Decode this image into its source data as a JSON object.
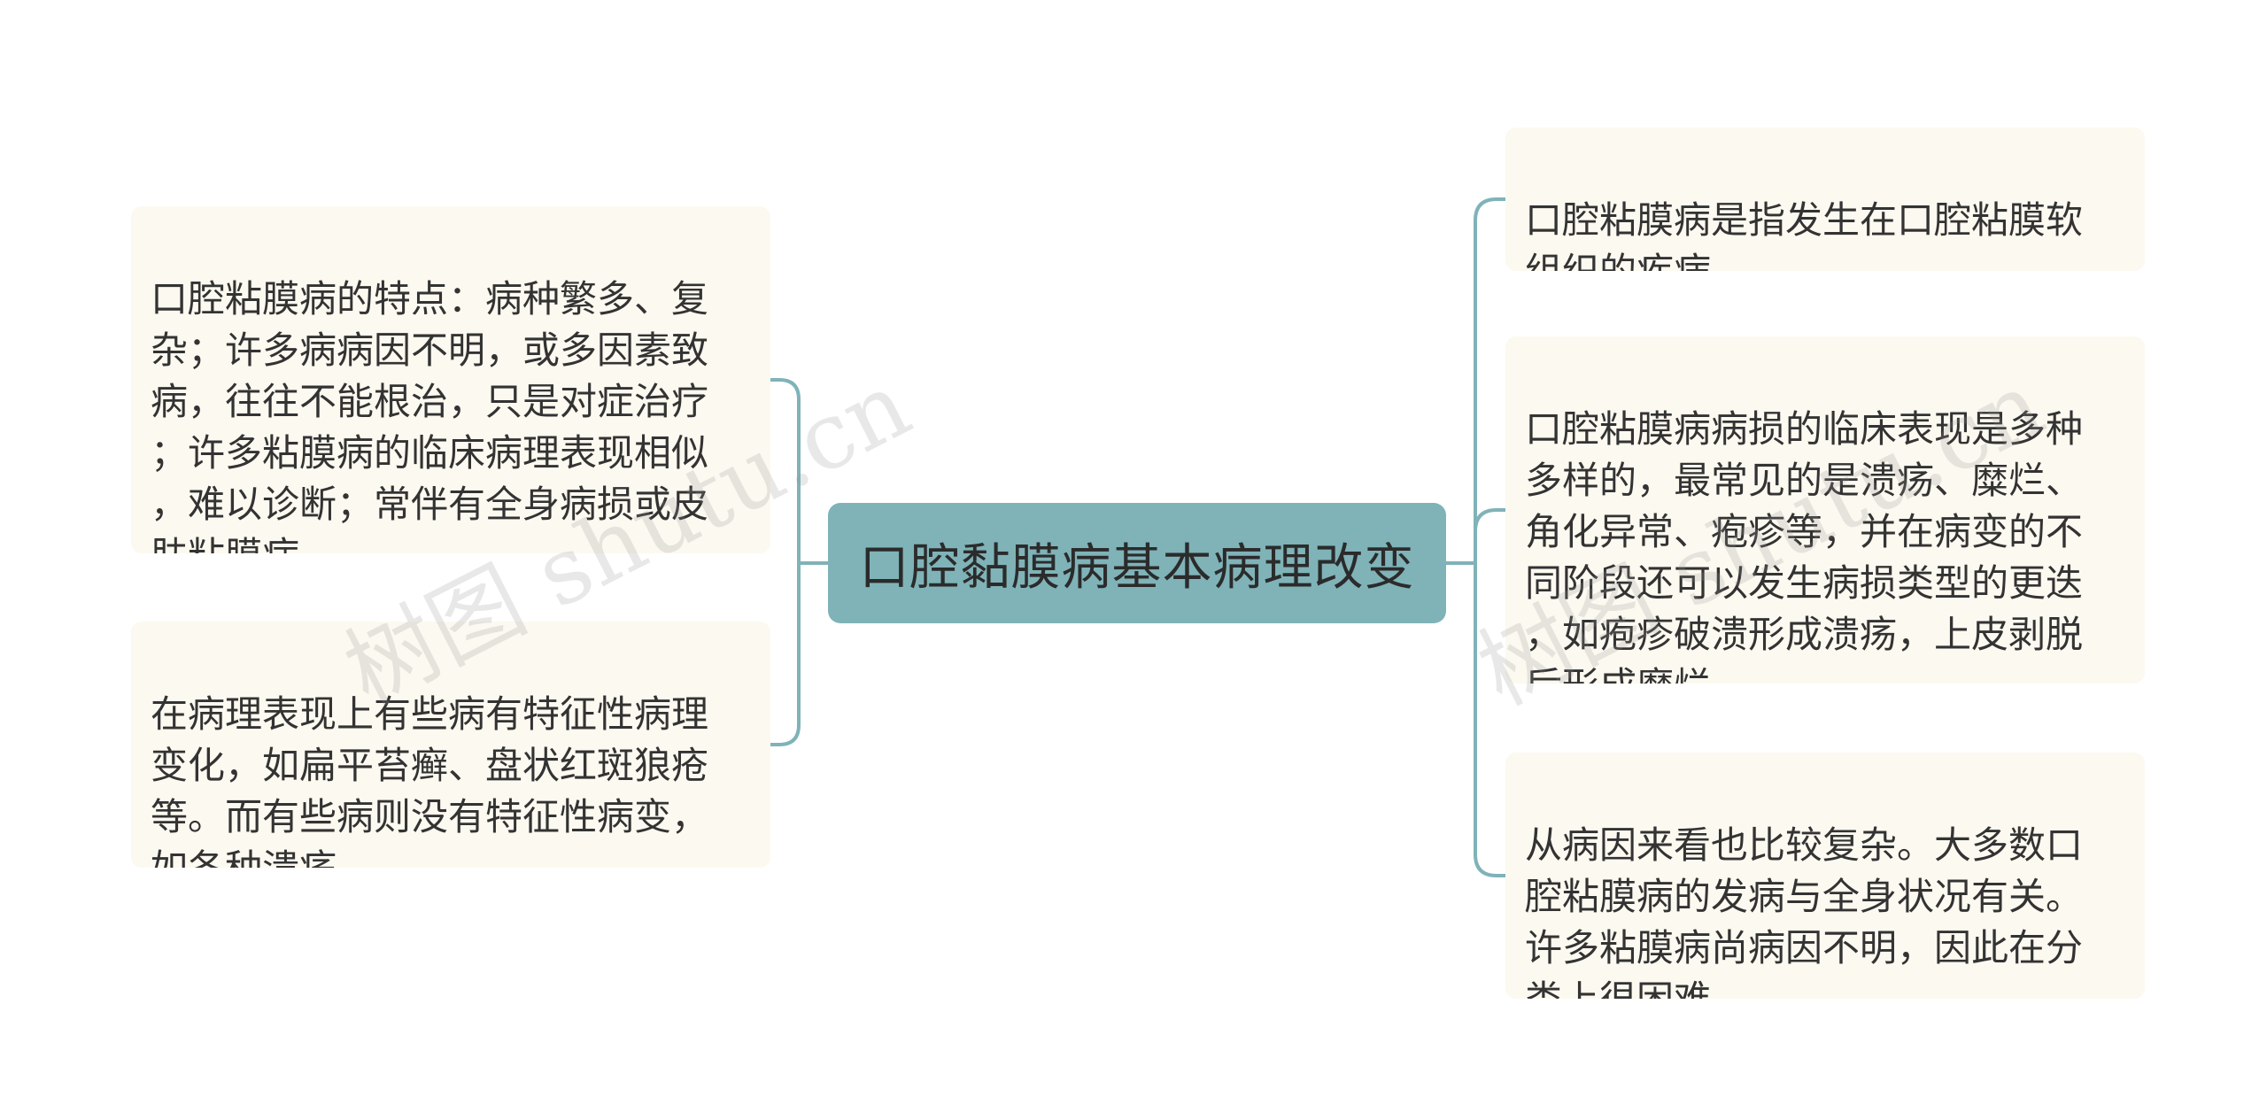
{
  "mindmap": {
    "root": {
      "label": "口腔黏膜病基本病理改变"
    },
    "left": [
      {
        "text": "口腔粘膜病的特点：病种繁多、复\n杂；许多病病因不明，或多因素致\n病，往往不能根治，只是对症治疗\n；许多粘膜病的临床病理表现相似\n，难以诊断；常伴有全身病损或皮\n肤粘膜病。"
      },
      {
        "text": "在病理表现上有些病有特征性病理\n变化，如扁平苔癣、盘状红斑狼疮\n等。而有些病则没有特征性病变，\n如各种溃疡。"
      }
    ],
    "right": [
      {
        "text": "口腔粘膜病是指发生在口腔粘膜软\n组织的疾病。"
      },
      {
        "text": "口腔粘膜病病损的临床表现是多种\n多样的，最常见的是溃疡、糜烂、\n角化异常、疱疹等，并在病变的不\n同阶段还可以发生病损类型的更迭\n，如疱疹破溃形成溃疡，上皮剥脱\n后形成糜烂。"
      },
      {
        "text": "从病因来看也比较复杂。大多数口\n腔粘膜病的发病与全身状况有关。\n许多粘膜病尚病因不明，因此在分\n类上很困难。"
      }
    ]
  },
  "watermark": {
    "text": "树图 shutu.cn"
  },
  "colors": {
    "root_fill": "#7fb3b8",
    "connector": "#7fb3b8",
    "leaf_fill": "#fcf9f0",
    "text": "#333333"
  }
}
